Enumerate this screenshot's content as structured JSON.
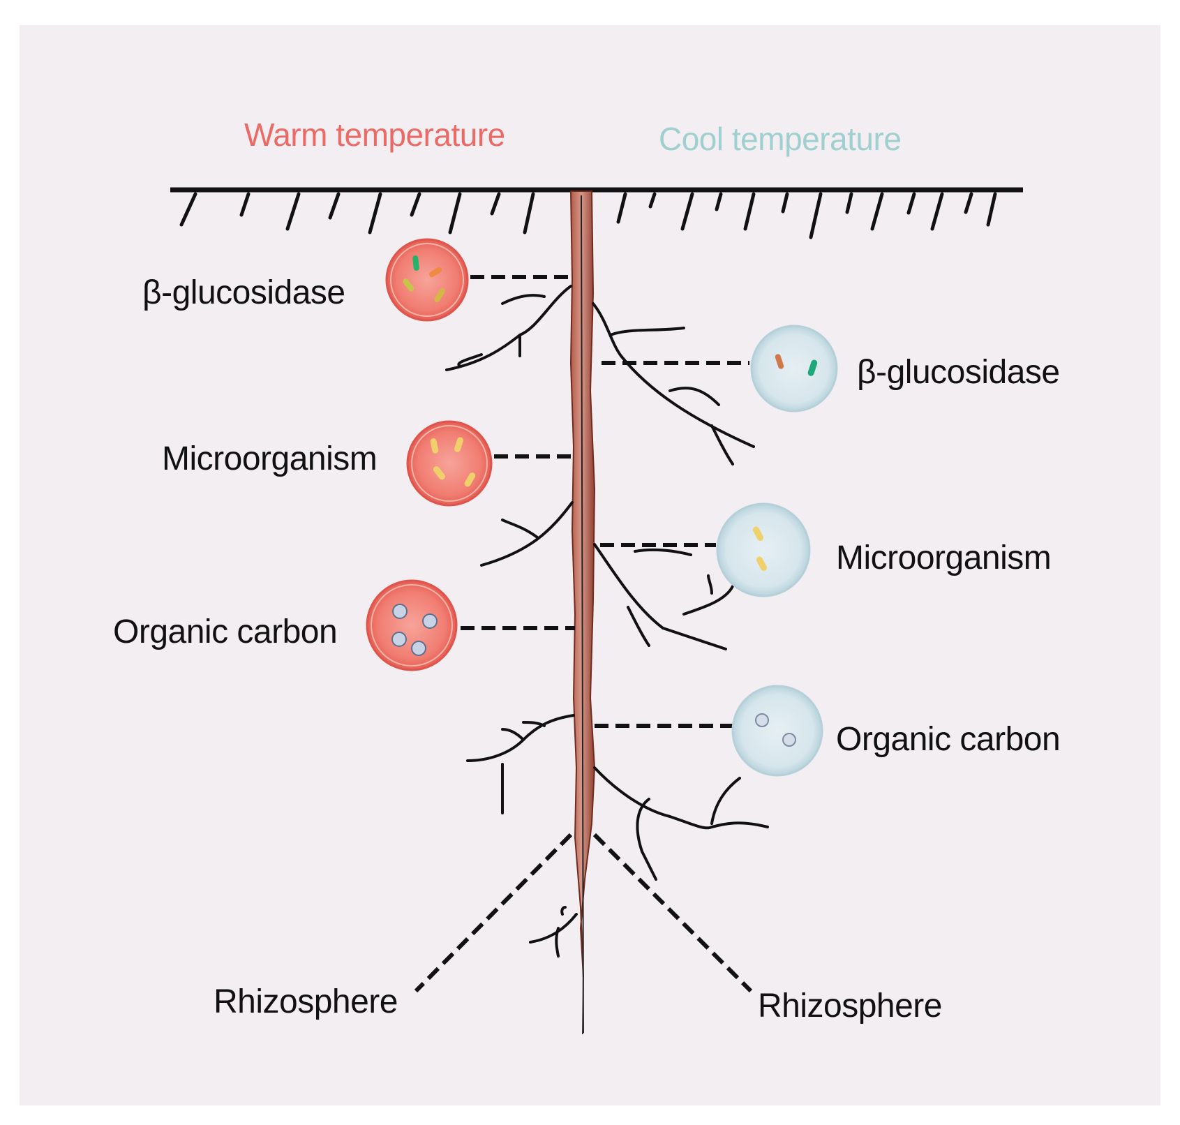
{
  "headers": {
    "warm": "Warm temperature",
    "cool": "Cool temperature"
  },
  "warm_side": {
    "b_glucosidase": "β-glucosidase",
    "microorganism": "Microorganism",
    "organic_carbon": "Organic carbon",
    "rhizosphere": "Rhizosphere"
  },
  "cool_side": {
    "b_glucosidase": "β-glucosidase",
    "microorganism": "Microorganism",
    "organic_carbon": "Organic carbon",
    "rhizosphere": "Rhizosphere"
  },
  "colors": {
    "warm": "#ec6a66",
    "warm_circle_fill": "#f27a72",
    "cool": "#9fcfcf",
    "cool_circle_fill": "#d9e8ee",
    "root": "#a65342",
    "soil_line": "#111111"
  }
}
